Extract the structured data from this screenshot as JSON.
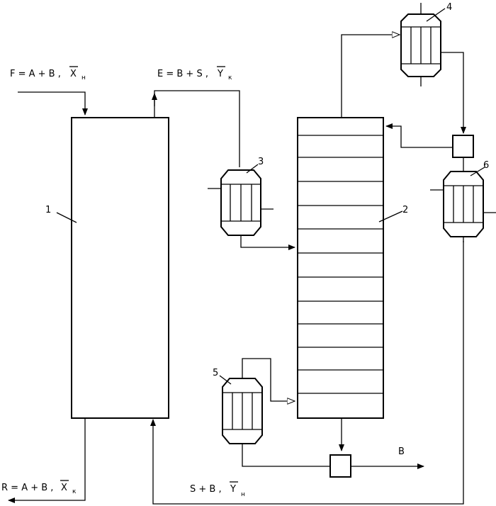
{
  "labels": {
    "feed": "F = A + B ,",
    "feed_var": "X",
    "feed_sub": "н",
    "extract": "E = B + S ,",
    "extract_var": "Y",
    "extract_sub": "к",
    "raffinate": "R = A + B ,",
    "raffinate_var": "X",
    "raffinate_sub": "к",
    "solvent": "S + B ,",
    "solvent_var": "Y",
    "solvent_sub": "н",
    "product_b": "B"
  },
  "apparatus_numbers": [
    "1",
    "2",
    "3",
    "4",
    "5",
    "6"
  ]
}
